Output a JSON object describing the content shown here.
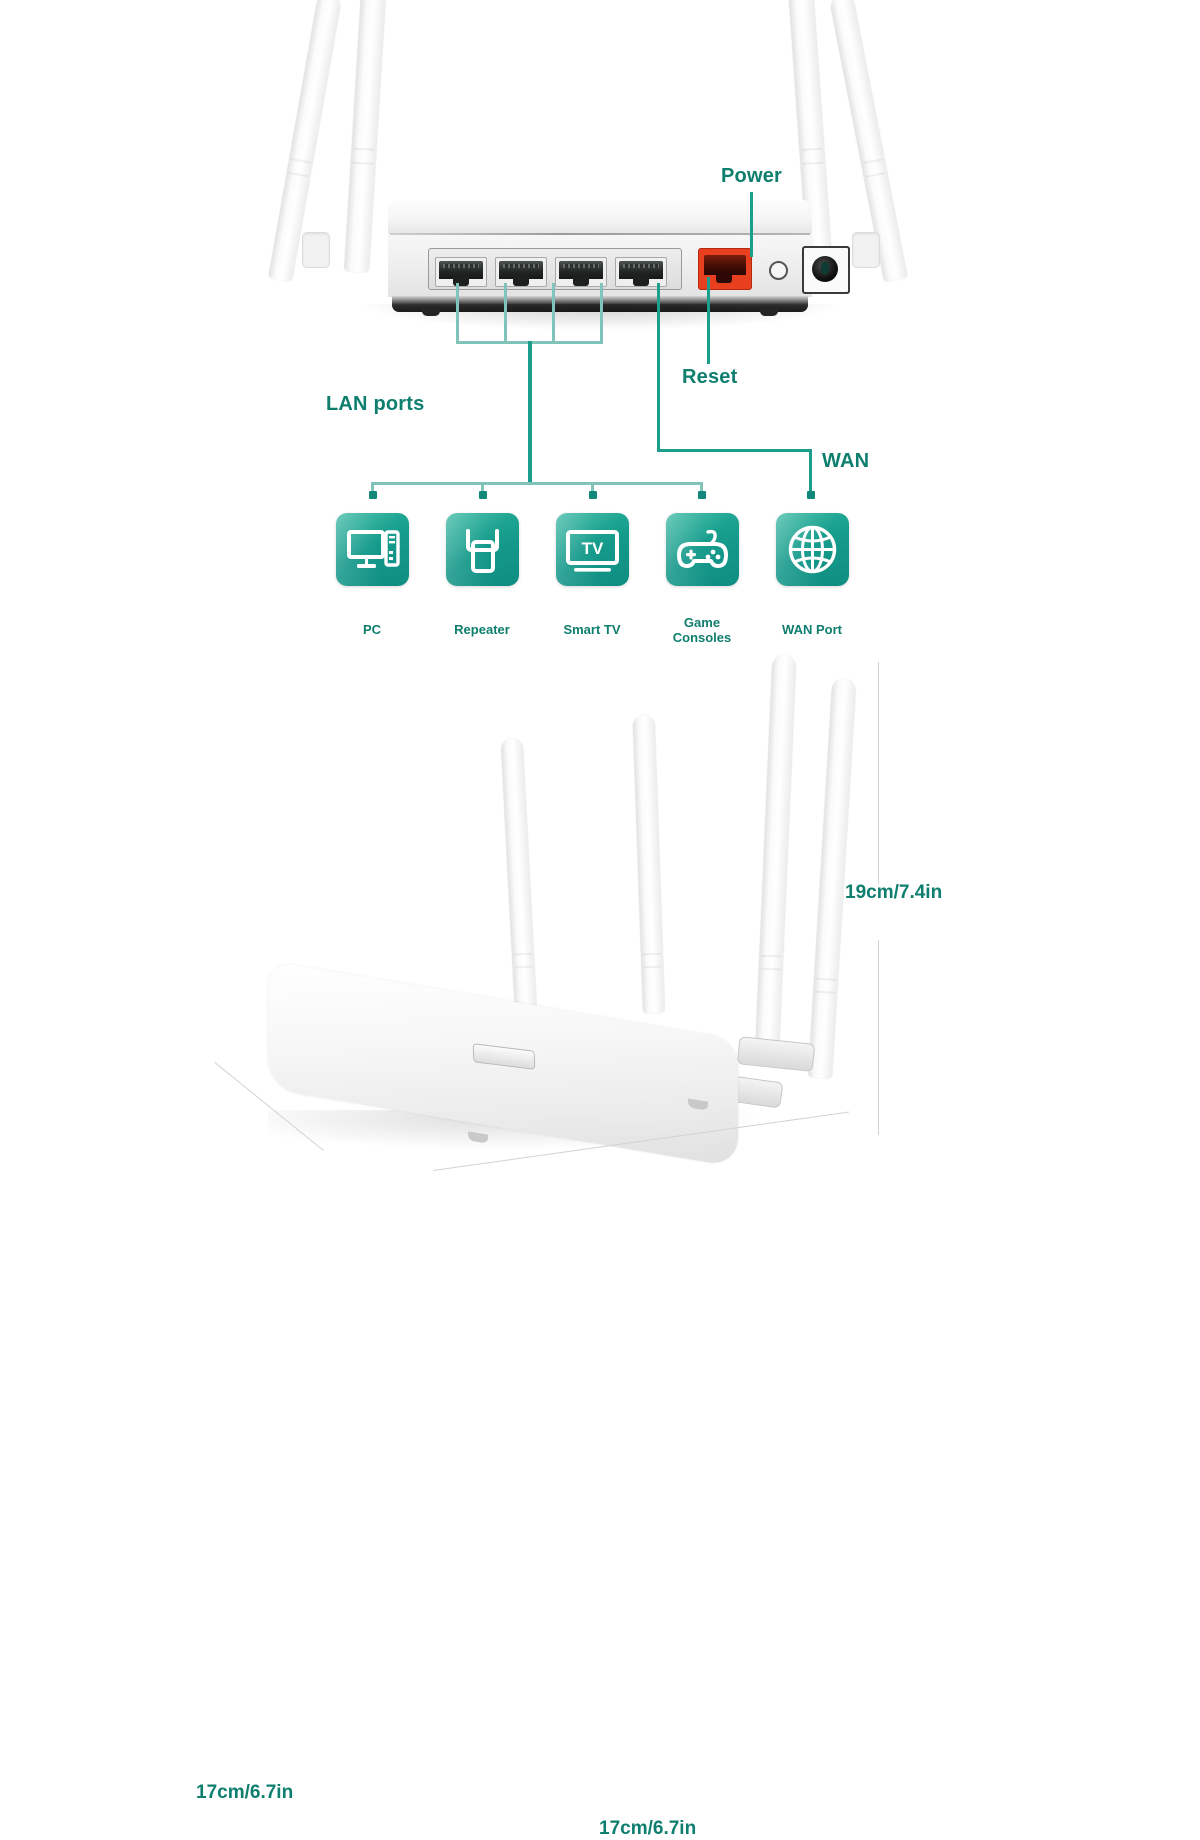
{
  "document": {
    "type": "product-infographic",
    "subject": "wireless-router",
    "accent_color": "#0e7e6e",
    "tile_color": "#14998a",
    "wan_port_color": "#e8401f"
  },
  "rear_panel": {
    "callouts": [
      {
        "id": "power",
        "label": "Power",
        "target": "power-jack"
      },
      {
        "id": "reset",
        "label": "Reset",
        "target": "reset-hole"
      },
      {
        "id": "lan_ports",
        "label": "LAN ports",
        "target": "lan-port-group"
      },
      {
        "id": "wan",
        "label": "WAN",
        "target": "wan-port"
      }
    ],
    "lan_port_count": 4,
    "wan_port_count": 1,
    "antenna_count": 4
  },
  "connection_diagram": {
    "devices": [
      {
        "label": "PC",
        "icon": "desktop-computer-icon",
        "link": "LAN"
      },
      {
        "label": "Repeater",
        "icon": "wifi-repeater-icon",
        "link": "LAN"
      },
      {
        "label": "Smart TV",
        "icon": "television-icon",
        "link": "LAN",
        "screen_text": "TV"
      },
      {
        "label": "Game Consoles",
        "icon": "gamepad-icon",
        "link": "LAN"
      },
      {
        "label": "WAN Port",
        "icon": "globe-icon",
        "link": "WAN"
      }
    ]
  },
  "dimensions": {
    "depth": "17cm/6.7in",
    "width": "17cm/6.7in",
    "height": "19cm/7.4in"
  }
}
